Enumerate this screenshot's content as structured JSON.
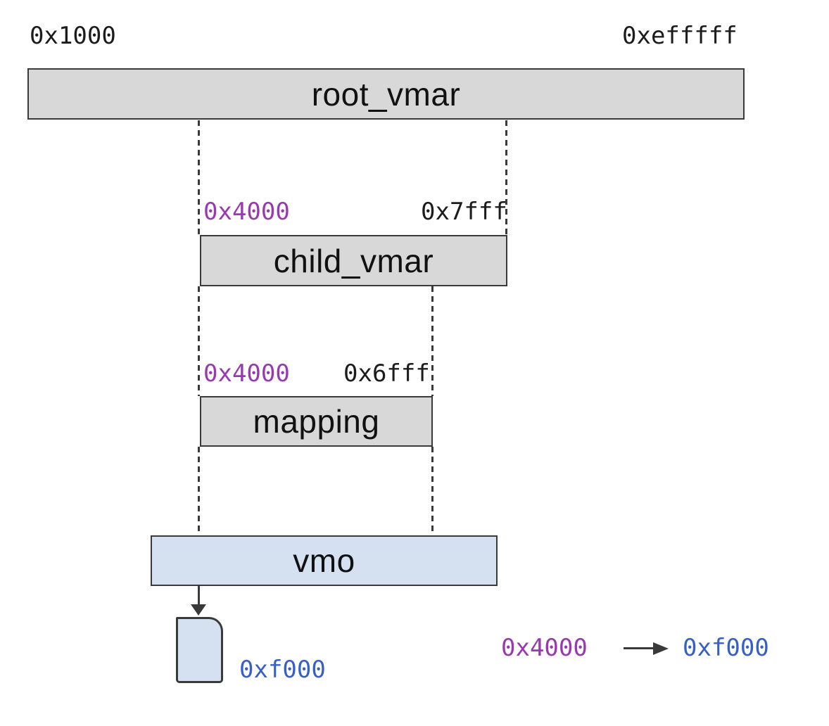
{
  "colors": {
    "region_fill": "#d8d8d8",
    "region_border": "#3a3a3a",
    "vmo_fill": "#d5e1f0",
    "addr_purple": "#9a37b2",
    "addr_blue": "#3760c6",
    "addr_dark": "#1c1c1c",
    "line_color": "#3a3a3a"
  },
  "root_vmar": {
    "label": "root_vmar",
    "start_addr": "0x1000",
    "end_addr": "0xefffff"
  },
  "child_vmar": {
    "label": "child_vmar",
    "start_addr": "0x4000",
    "end_addr": "0x7fff"
  },
  "mapping": {
    "label": "mapping",
    "start_addr": "0x4000",
    "end_addr": "0x6fff"
  },
  "vmo": {
    "label": "vmo"
  },
  "page": {
    "addr": "0xf000"
  },
  "translation": {
    "from_addr": "0x4000",
    "to_addr": "0xf000"
  }
}
